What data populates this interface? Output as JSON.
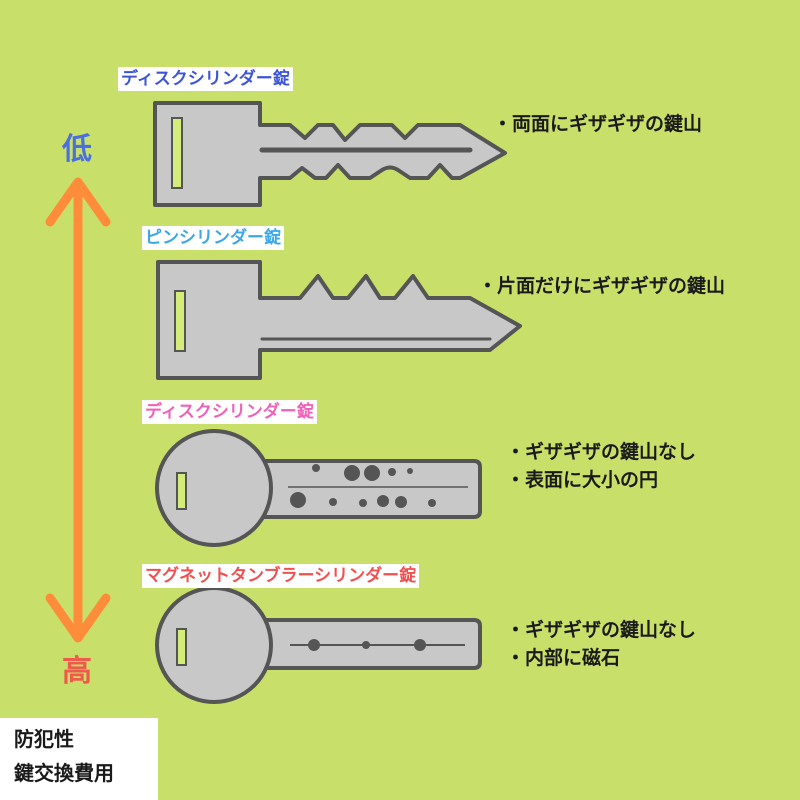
{
  "colors": {
    "background": "#c8e06a",
    "key_fill": "#c8c8c8",
    "key_stroke": "#555555",
    "arrow": "#ff8c3a",
    "low_text": "#4b6ee0",
    "high_text": "#f05a4a",
    "slot_fill": "#d4ec7a"
  },
  "axis": {
    "low_label": "低",
    "high_label": "高"
  },
  "legend": {
    "line1": "防犯性",
    "line2": "鍵交換費用"
  },
  "keys": [
    {
      "name": "ディスクシリンダー錠",
      "name_color": "#3c55d8",
      "shape": "flat-double-cut",
      "features": [
        "・両面にギザギザの鍵山"
      ]
    },
    {
      "name": "ピンシリンダー錠",
      "name_color": "#3aa8e8",
      "shape": "flat-single-cut",
      "features": [
        "・片面だけにギザギザの鍵山"
      ]
    },
    {
      "name": "ディスクシリンダー錠",
      "name_color": "#f060b8",
      "shape": "round-dimple",
      "features": [
        "・ギザギザの鍵山なし",
        "・表面に大小の円"
      ]
    },
    {
      "name": "マグネットタンブラーシリンダー錠",
      "name_color": "#f05050",
      "shape": "round-magnet",
      "features": [
        "・ギザギザの鍵山なし",
        "・内部に磁石"
      ]
    }
  ]
}
